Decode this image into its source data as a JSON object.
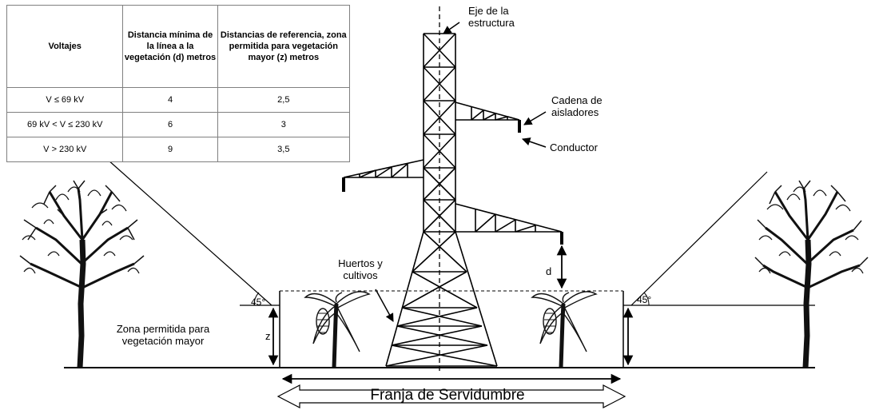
{
  "table": {
    "headers": [
      "Voltajes",
      "Distancia mínima de la línea a la vegetación (d) metros",
      "Distancias de referencia, zona permitida para vegetación mayor (z) metros"
    ],
    "rows": [
      [
        "V ≤ 69 kV",
        "4",
        "2,5"
      ],
      [
        "69 kV < V ≤ 230 kV",
        "6",
        "3"
      ],
      [
        "V > 230 kV",
        "9",
        "3,5"
      ]
    ]
  },
  "labels": {
    "eje_line1": "Eje de la",
    "eje_line2": "estructura",
    "cadena_line1": "Cadena de",
    "cadena_line2": "aisladores",
    "conductor": "Conductor",
    "huertos_line1": "Huertos y",
    "huertos_line2": "cultivos",
    "d": "d",
    "z": "z",
    "angle_left": "45°",
    "angle_right": "45°",
    "zona_line1": "Zona permitida para",
    "zona_line2": "vegetación mayor",
    "franja": "Franja de Servidumbre"
  },
  "icons": [
    "tree-icon",
    "banana-plant-icon",
    "transmission-tower-icon"
  ]
}
